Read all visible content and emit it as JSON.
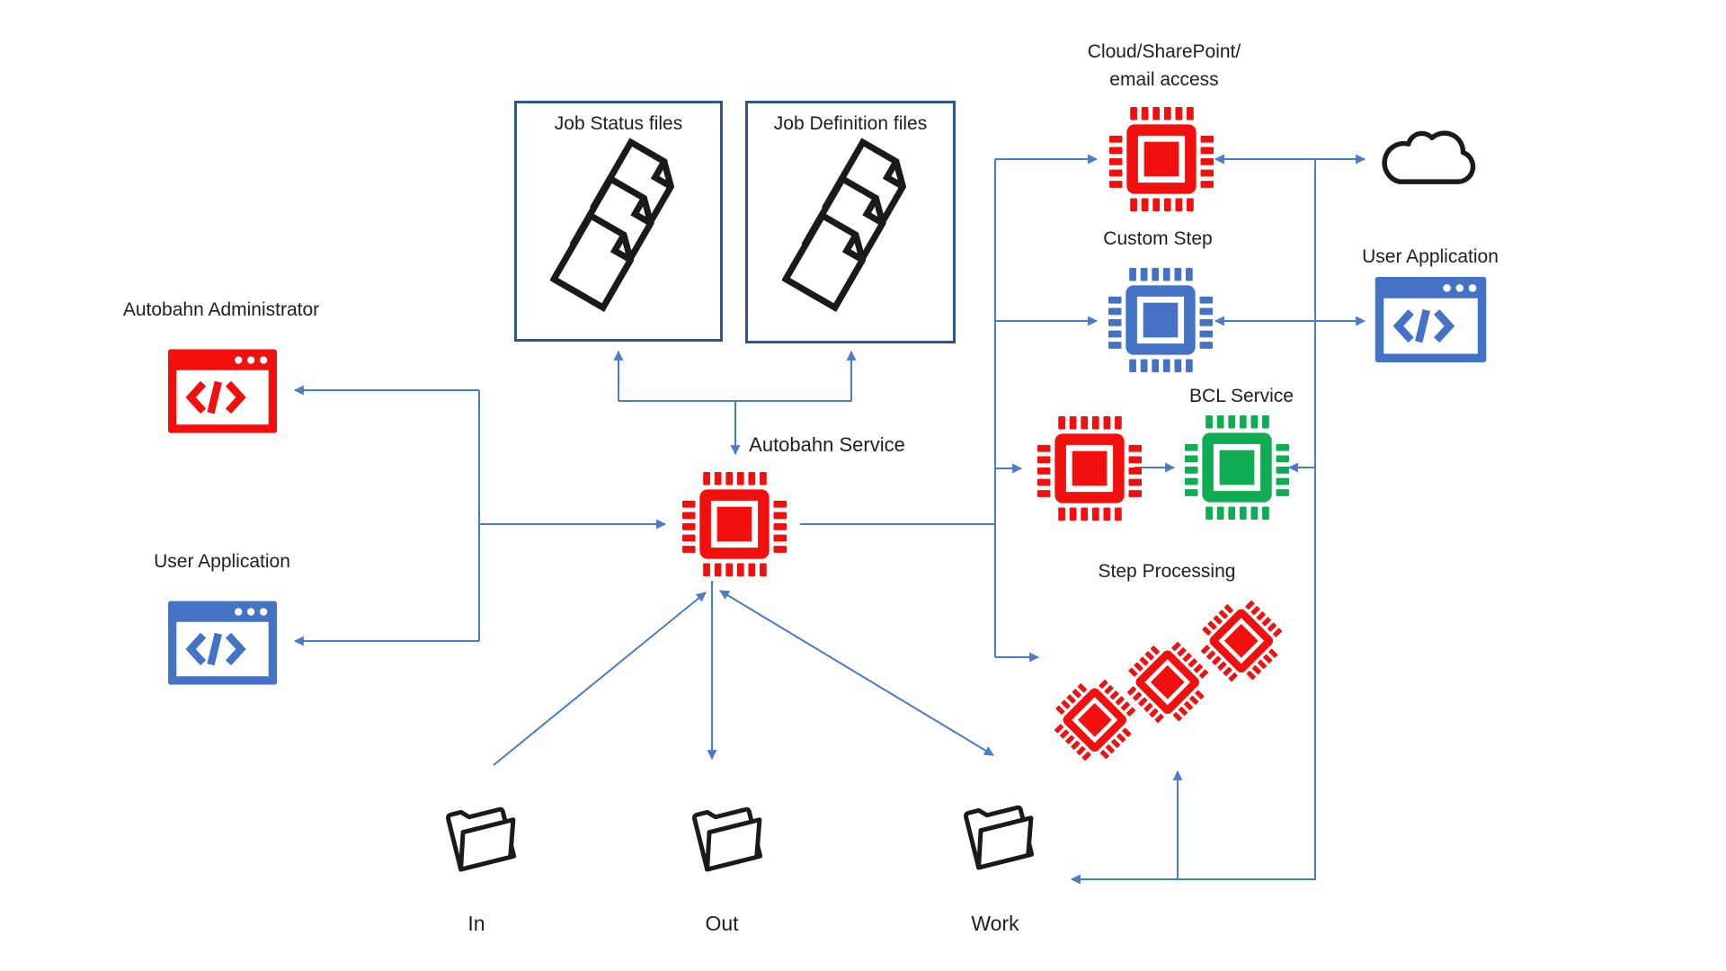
{
  "diagram": {
    "left": {
      "admin_label": "Autobahn Administrator",
      "user_app_label": "User Application"
    },
    "boxes": {
      "status_title": "Job Status files",
      "definition_title": "Job Definition files"
    },
    "service_label": "Autobahn Service",
    "right": {
      "cloud_line1": "Cloud/SharePoint/",
      "cloud_line2": "email access",
      "custom_step_label": "Custom Step",
      "bcl_label": "BCL Service",
      "user_app_label": "User Application",
      "step_label": "Step Processing"
    },
    "folders": {
      "in_label": "In",
      "out_label": "Out",
      "work_label": "Work"
    }
  },
  "colors": {
    "red": "#F2100F",
    "blue": "#4472C4",
    "green": "#10AC53",
    "line": "#4A7CC9",
    "border": "#2E5693",
    "ink": "#1A1A1A",
    "text": "#202020"
  }
}
